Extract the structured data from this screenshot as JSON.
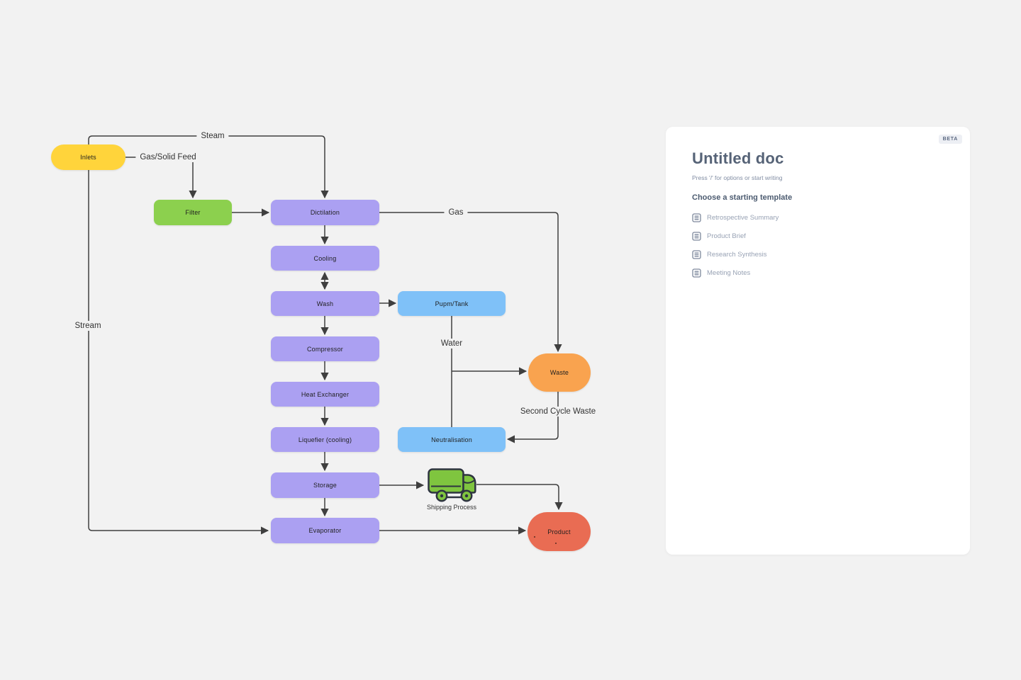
{
  "canvas": {
    "background_color": "#f2f2f2",
    "connector_color": "#3f3f3f"
  },
  "diagram": {
    "palette": {
      "yellow": "#FFD43B",
      "green": "#8CD04E",
      "purple": "#ABA0F2",
      "blue": "#7FC1F8",
      "orange": "#F9A34F",
      "red": "#E96C53"
    },
    "nodes": [
      {
        "id": "inlets",
        "label": "Inlets",
        "shape": "pill",
        "color": "#FFD43B"
      },
      {
        "id": "filter",
        "label": "Filter",
        "shape": "rect",
        "color": "#8CD04E"
      },
      {
        "id": "dictilation",
        "label": "Dictilation",
        "shape": "rect",
        "color": "#ABA0F2"
      },
      {
        "id": "cooling",
        "label": "Cooling",
        "shape": "rect",
        "color": "#ABA0F2"
      },
      {
        "id": "wash",
        "label": "Wash",
        "shape": "rect",
        "color": "#ABA0F2"
      },
      {
        "id": "pump-tank",
        "label": "Pupm/Tank",
        "shape": "rect",
        "color": "#7FC1F8"
      },
      {
        "id": "compressor",
        "label": "Compressor",
        "shape": "rect",
        "color": "#ABA0F2"
      },
      {
        "id": "heat-exchanger",
        "label": "Heat Exchanger",
        "shape": "rect",
        "color": "#ABA0F2"
      },
      {
        "id": "liquefier",
        "label": "Liquefier (cooling)",
        "shape": "rect",
        "color": "#ABA0F2"
      },
      {
        "id": "storage",
        "label": "Storage",
        "shape": "rect",
        "color": "#ABA0F2"
      },
      {
        "id": "evaporator",
        "label": "Evaporator",
        "shape": "rect",
        "color": "#ABA0F2"
      },
      {
        "id": "neutralisation",
        "label": "Neutralisation",
        "shape": "rect",
        "color": "#7FC1F8"
      },
      {
        "id": "waste",
        "label": "Waste",
        "shape": "pill",
        "color": "#F9A34F"
      },
      {
        "id": "product",
        "label": "Product",
        "shape": "pill",
        "color": "#E96C53"
      }
    ],
    "edge_labels": [
      {
        "id": "steam",
        "text": "Steam"
      },
      {
        "id": "gas-solid-feed",
        "text": "Gas/Solid Feed"
      },
      {
        "id": "gas",
        "text": "Gas"
      },
      {
        "id": "water",
        "text": "Water"
      },
      {
        "id": "second-cycle-waste",
        "text": "Second Cycle Waste"
      },
      {
        "id": "stream",
        "text": "Stream"
      },
      {
        "id": "shipping-process",
        "text": "Shipping Process"
      }
    ]
  },
  "panel": {
    "beta_badge": "BETA",
    "title": "Untitled doc",
    "placeholder": "Press '/' for options or start writing",
    "templates_heading": "Choose a starting template",
    "templates": [
      {
        "label": "Retrospective Summary"
      },
      {
        "label": "Product Brief"
      },
      {
        "label": "Research Synthesis"
      },
      {
        "label": "Meeting Notes"
      }
    ]
  }
}
